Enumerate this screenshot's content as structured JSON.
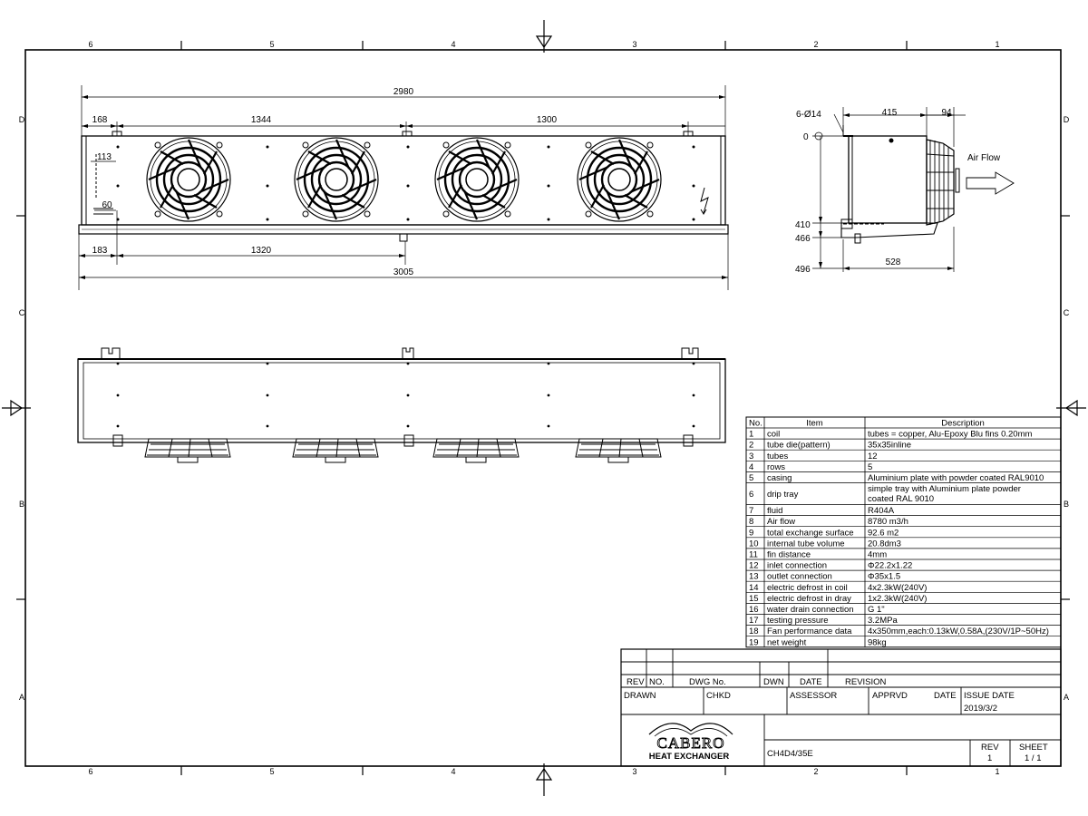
{
  "zones": {
    "columns": [
      "6",
      "5",
      "4",
      "3",
      "2",
      "1"
    ],
    "rows": [
      "D",
      "C",
      "B",
      "A"
    ]
  },
  "front_view": {
    "overall_top": "2980",
    "seg_left": "168",
    "seg_mid": "1344",
    "seg_right": "1300",
    "side_113": "113",
    "side_60": "60",
    "bottom_183": "183",
    "bottom_1320": "1320",
    "overall_bottom": "3005"
  },
  "side_view": {
    "holes": "6-Ø14",
    "width_415": "415",
    "width_94": "94",
    "level_0": "0",
    "level_410": "410",
    "level_466": "466",
    "level_496": "496",
    "depth_528": "528",
    "air_flow": "Air Flow"
  },
  "spec_table": {
    "headers": [
      "No.",
      "Item",
      "Description"
    ],
    "rows": [
      [
        "1",
        "coil",
        "tubes = copper, Alu-Epoxy  Blu fins 0.20mm"
      ],
      [
        "2",
        "tube die(pattern)",
        "35x35inline"
      ],
      [
        "3",
        "tubes",
        "12"
      ],
      [
        "4",
        "rows",
        "5"
      ],
      [
        "5",
        "casing",
        "Aluminium plate with powder coated RAL9010"
      ],
      [
        "6",
        "drip tray",
        "simple tray with Aluminium plate powder|coated  RAL 9010"
      ],
      [
        "7",
        "fluid",
        "R404A"
      ],
      [
        "8",
        "Air flow",
        "8780 m3/h"
      ],
      [
        "9",
        "total exchange surface",
        "92.6 m2"
      ],
      [
        "10",
        "internal tube volume",
        "20.8dm3"
      ],
      [
        "11",
        "fin distance",
        "4mm"
      ],
      [
        "12",
        "inlet connection",
        "Φ22.2x1.22"
      ],
      [
        "13",
        "outlet connection",
        "Φ35x1.5"
      ],
      [
        "14",
        "electric defrost in coil",
        "4x2.3kW(240V)"
      ],
      [
        "15",
        "electric defrost in dray",
        "1x2.3kW(240V)"
      ],
      [
        "16",
        "water drain connection",
        "G 1\""
      ],
      [
        "17",
        "testing pressure",
        "3.2MPa"
      ],
      [
        "18",
        "Fan performance data",
        "4x350mm,each:0.13kW,0.58A,(230V/1P~50Hz)"
      ],
      [
        "19",
        "net weight",
        "98kg"
      ]
    ]
  },
  "title_block": {
    "rev": "REV",
    "no": "NO.",
    "dwg_no": "DWG No.",
    "dwn": "DWN",
    "date": "DATE",
    "revision": "REVISION",
    "drawn": "DRAWN",
    "chkd": "CHKD",
    "assessor": "ASSESSOR",
    "apprvd": "APPRVD",
    "date2": "DATE",
    "issue_date": "ISSUE DATE",
    "issue_date_value": "2019/3/2",
    "logo_text": "CABERO",
    "company": "HEAT EXCHANGER",
    "drawing_number": "CH4D4/35E",
    "rev_label": "REV",
    "rev_value": "1",
    "sheet_label": "SHEET",
    "sheet_value": "1 / 1"
  }
}
